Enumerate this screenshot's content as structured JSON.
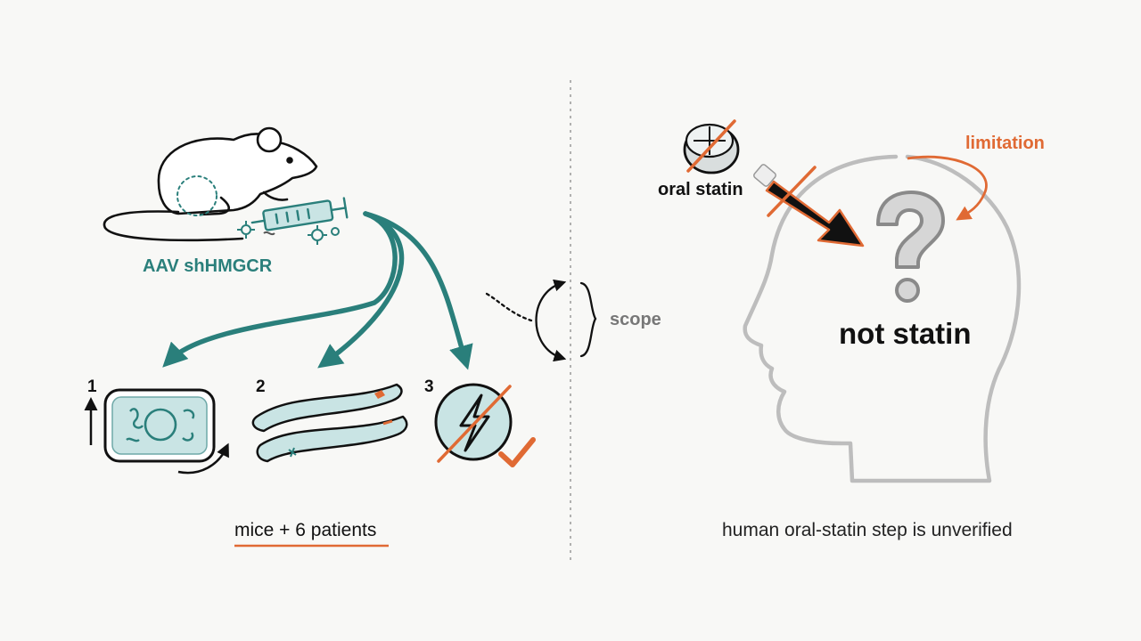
{
  "left_panel": {
    "vector_label": "AAV shHMGCR",
    "steps": [
      "1",
      "2",
      "3"
    ],
    "summary": "mice + 6 patients"
  },
  "middle": {
    "scope_label": "scope"
  },
  "right_panel": {
    "pill_label": "oral statin",
    "limitation_label": "limitation",
    "head_label": "not statin",
    "caption": "human oral-statin step is unverified"
  },
  "colors": {
    "teal": "#2a7f7b",
    "orange": "#e06a34",
    "light_teal": "#c9e4e4",
    "gray": "#bdbdbd"
  }
}
